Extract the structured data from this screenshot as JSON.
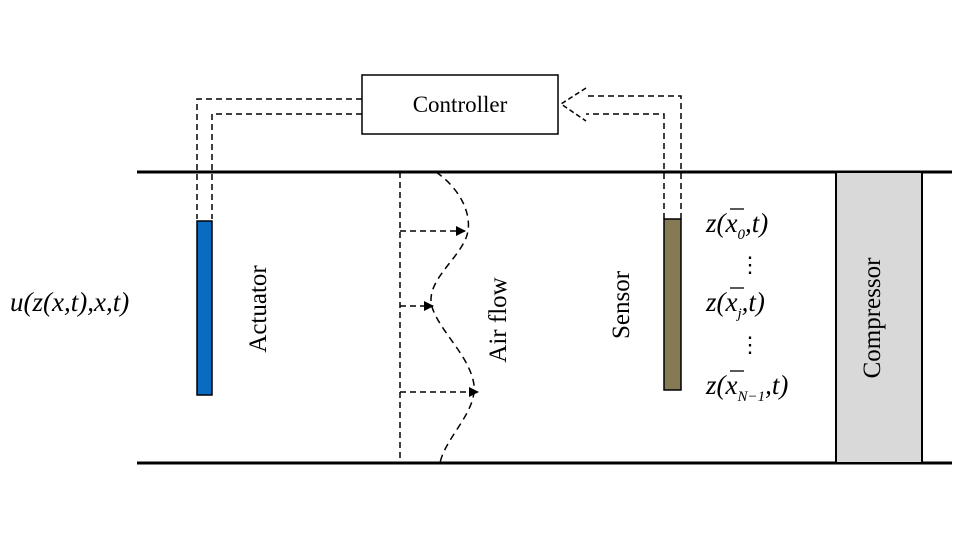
{
  "controller": {
    "label": "Controller"
  },
  "actuator": {
    "label": "Actuator",
    "signal": "u(z(x,t),x,t)",
    "color": "#0a6bc2"
  },
  "airflow": {
    "label": "Air flow"
  },
  "sensor": {
    "label": "Sensor",
    "color": "#867a55"
  },
  "compressor": {
    "label": "Compressor",
    "color": "#d9d9d9"
  },
  "measurements": {
    "m0": {
      "prefix": "z(",
      "var": "x",
      "sub": "0",
      "suffix": ",t)"
    },
    "mj": {
      "prefix": "z(",
      "var": "x",
      "sub": "j",
      "suffix": ",t)"
    },
    "mN": {
      "prefix": "z(",
      "var": "x",
      "sub": "N−1",
      "suffix": ",t)"
    },
    "dots": "⋮"
  }
}
